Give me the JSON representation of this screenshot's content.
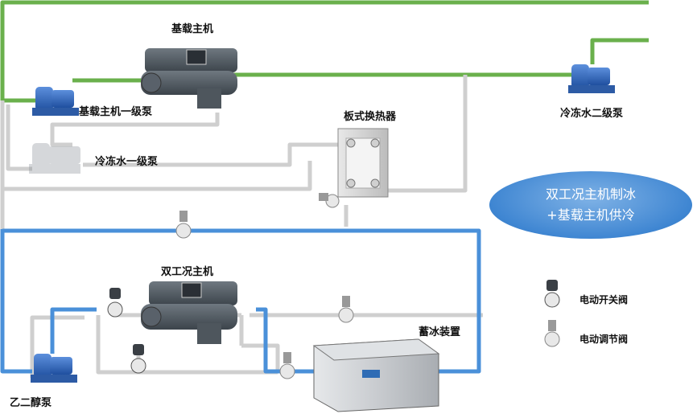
{
  "labels": {
    "base_chiller": "基载主机",
    "base_chiller_pump": "基载主机一级泵",
    "plate_hx": "板式换热器",
    "chilled_pump_2": "冷冻水二级泵",
    "chilled_pump_1": "冷冻水一级泵",
    "dual_chiller": "双工况主机",
    "ice_storage": "蓄冰装置",
    "glycol_pump": "乙二醇泵"
  },
  "callout": {
    "line1": "双工况主机制冰",
    "line2": "+基载主机供冷"
  },
  "legend": {
    "on_off_valve": "电动开关阀",
    "regulating_valve": "电动调节阀"
  },
  "colors": {
    "green_pipe": "#6ab04c",
    "gray_pipe": "#cfcfcf",
    "blue_pipe": "#4a90d9",
    "callout": "#4a8fd8"
  }
}
